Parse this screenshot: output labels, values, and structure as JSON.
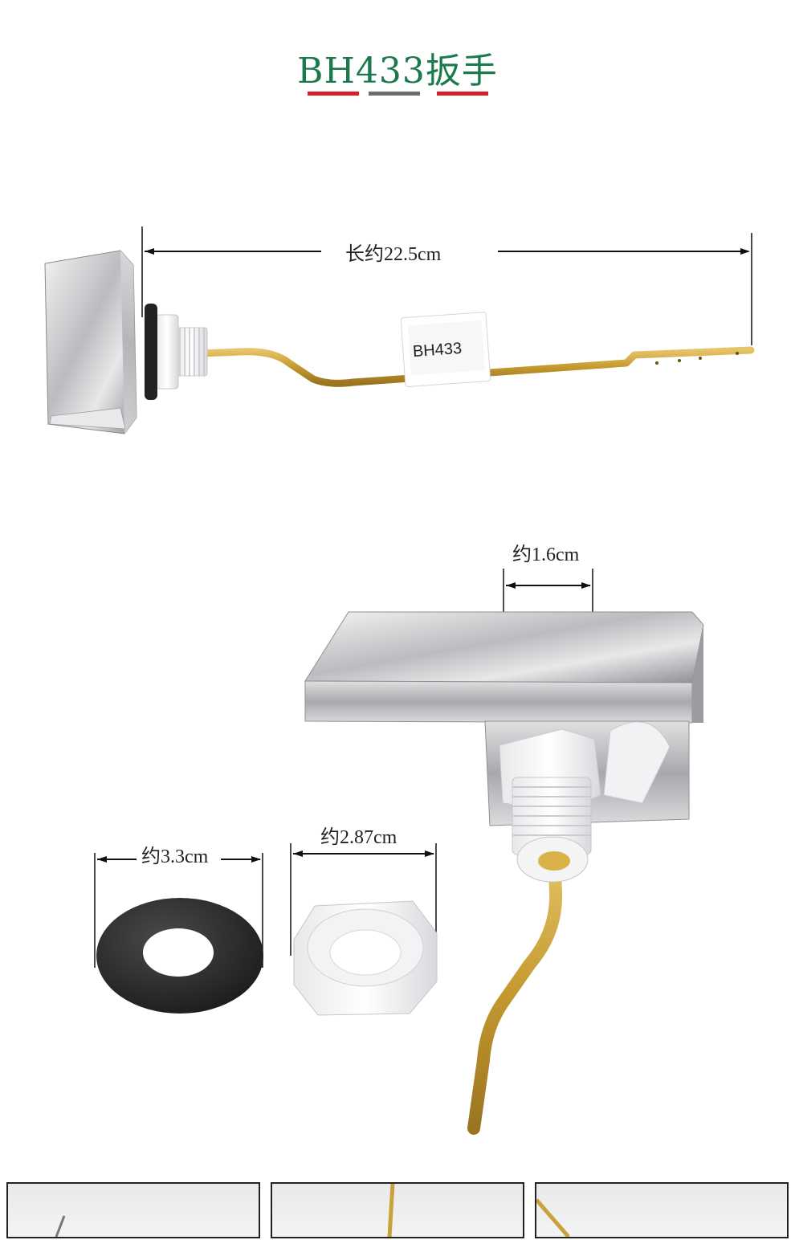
{
  "header": {
    "title": "BH433扳手",
    "bar_colors": [
      "#d61f26",
      "#6e6e6e",
      "#d61f26"
    ]
  },
  "product1": {
    "length_label": "长约22.5cm",
    "tag_text": "BH433"
  },
  "product2": {
    "width_label": "约1.6cm"
  },
  "washer": {
    "diameter_label": "约3.3cm"
  },
  "nut": {
    "diameter_label": "约2.87cm"
  },
  "colors": {
    "title_green": "#1a7a4c",
    "brass": "#c9a23c",
    "chrome": "#cfcfd2",
    "rubber": "#2b2b2b"
  }
}
